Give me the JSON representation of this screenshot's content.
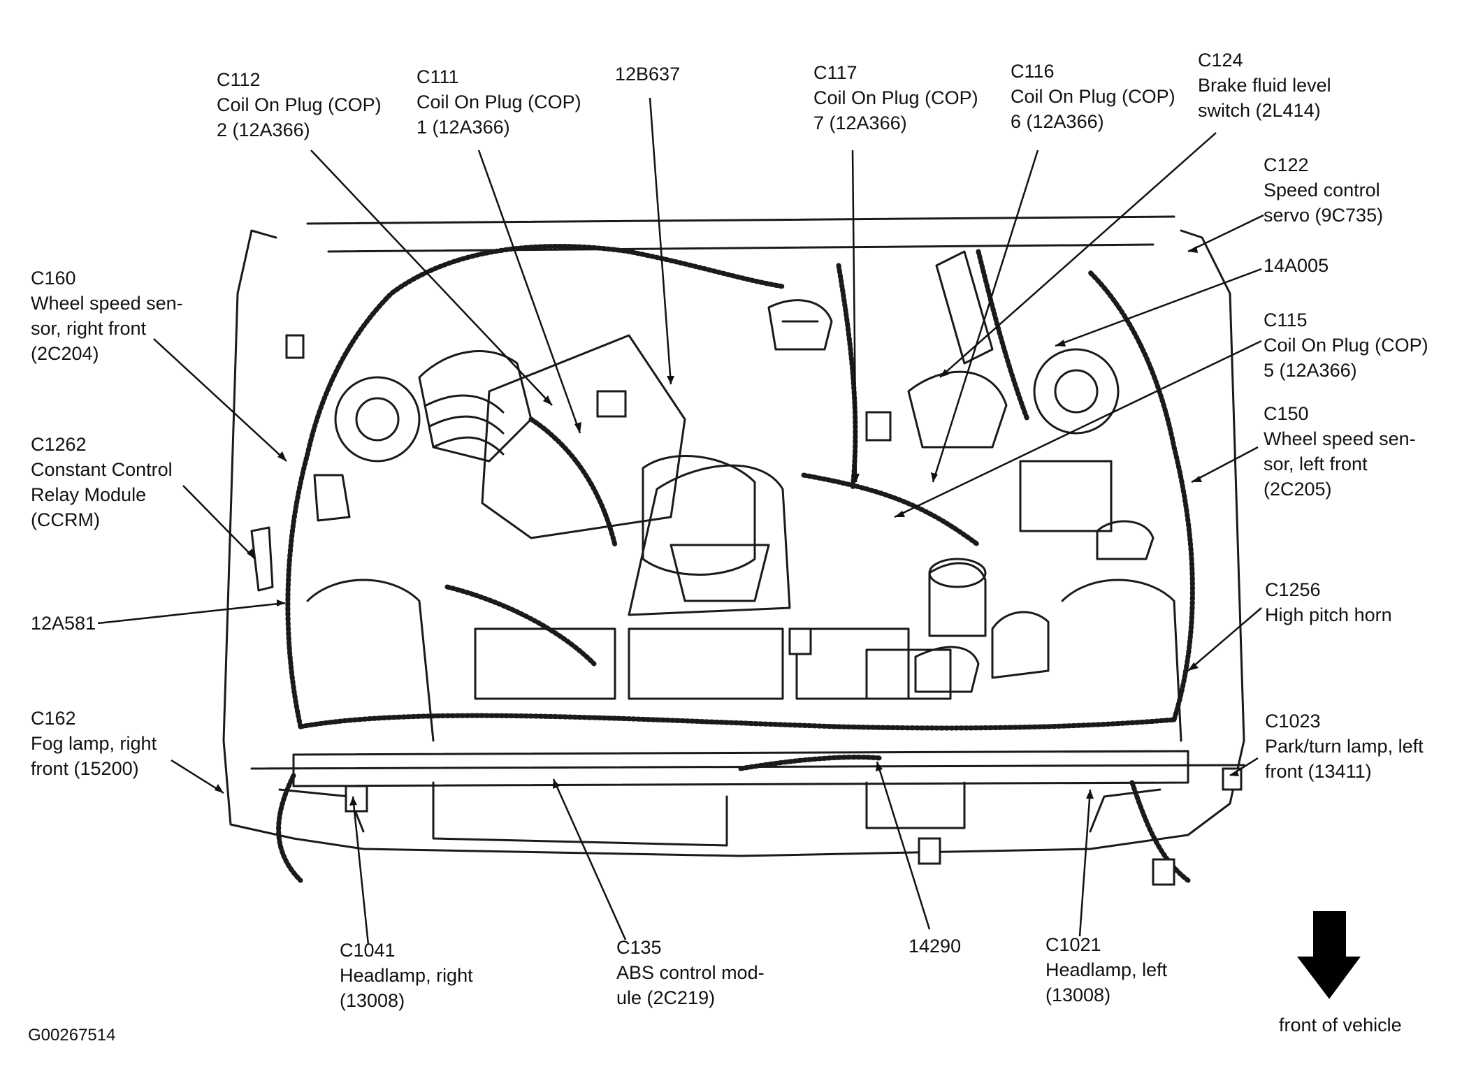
{
  "figure_id": "G00267514",
  "front_label": "front of vehicle",
  "callouts": {
    "c112": [
      "C112",
      "Coil On Plug (COP)",
      "2 (12A366)"
    ],
    "c111": [
      "C111",
      "Coil On Plug (COP)",
      "1 (12A366)"
    ],
    "p12b637": [
      "12B637"
    ],
    "c117": [
      "C117",
      "Coil On Plug (COP)",
      "7 (12A366)"
    ],
    "c116": [
      "C116",
      "Coil On Plug (COP)",
      "6 (12A366)"
    ],
    "c124": [
      "C124",
      "Brake fluid level",
      "switch (2L414)"
    ],
    "c122": [
      "C122",
      "Speed control",
      "servo (9C735)"
    ],
    "p14a005": [
      "14A005"
    ],
    "c115": [
      "C115",
      "Coil On Plug (COP)",
      "5 (12A366)"
    ],
    "c150": [
      "C150",
      "Wheel speed sen-",
      "sor, left front",
      "(2C205)"
    ],
    "c1256": [
      "C1256",
      "High pitch horn"
    ],
    "c1023": [
      "C1023",
      "Park/turn lamp, left",
      "front (13411)"
    ],
    "c160": [
      "C160",
      "Wheel speed sen-",
      "sor, right front",
      "(2C204)"
    ],
    "c1262": [
      "C1262",
      "Constant Control",
      "Relay Module",
      "(CCRM)"
    ],
    "p12a581": [
      "12A581"
    ],
    "c162": [
      "C162",
      "Fog lamp, right",
      "front (15200)"
    ],
    "c1041": [
      "C1041",
      "Headlamp, right",
      "(13008)"
    ],
    "c135": [
      "C135",
      "ABS control mod-",
      "ule (2C219)"
    ],
    "p14290": [
      "14290"
    ],
    "c1021": [
      "C1021",
      "Headlamp, left",
      "(13008)"
    ]
  }
}
